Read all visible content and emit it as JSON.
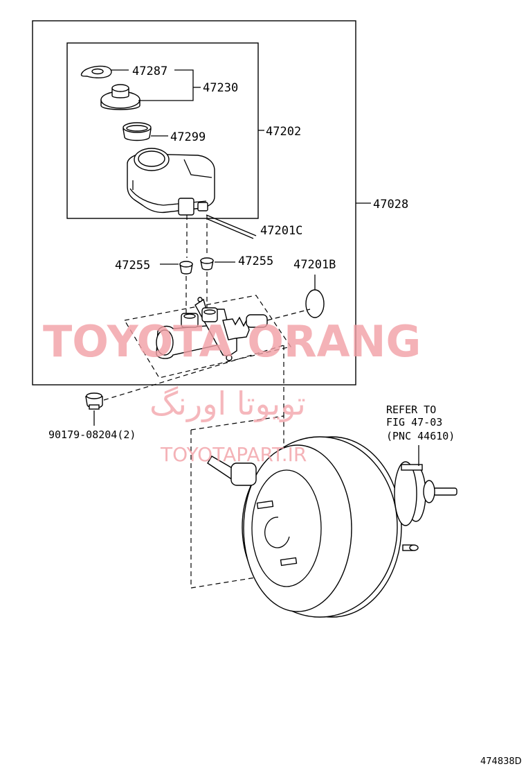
{
  "labels": {
    "cap_gasket": "47287",
    "cap_assembly": "47230",
    "strainer": "47299",
    "reservoir_assembly": "47202",
    "master_cylinder_assembly": "47028",
    "pin": "47201C",
    "grommet_left": "47255",
    "grommet_right": "47255",
    "o_ring": "47201B",
    "nut": "90179-08204(2)",
    "refer_line1": "REFER TO",
    "refer_line2": "FIG 47-03",
    "refer_line3": "(PNC 44610)",
    "figure_id": "474838D"
  },
  "watermarks": {
    "main": "TOYOTA ORANG",
    "persian": "تویوتا اورنگ",
    "url": "TOYOTAPART.IR"
  },
  "colors": {
    "line": "#000000",
    "watermark": "#f2a0a6",
    "background": "#ffffff"
  }
}
